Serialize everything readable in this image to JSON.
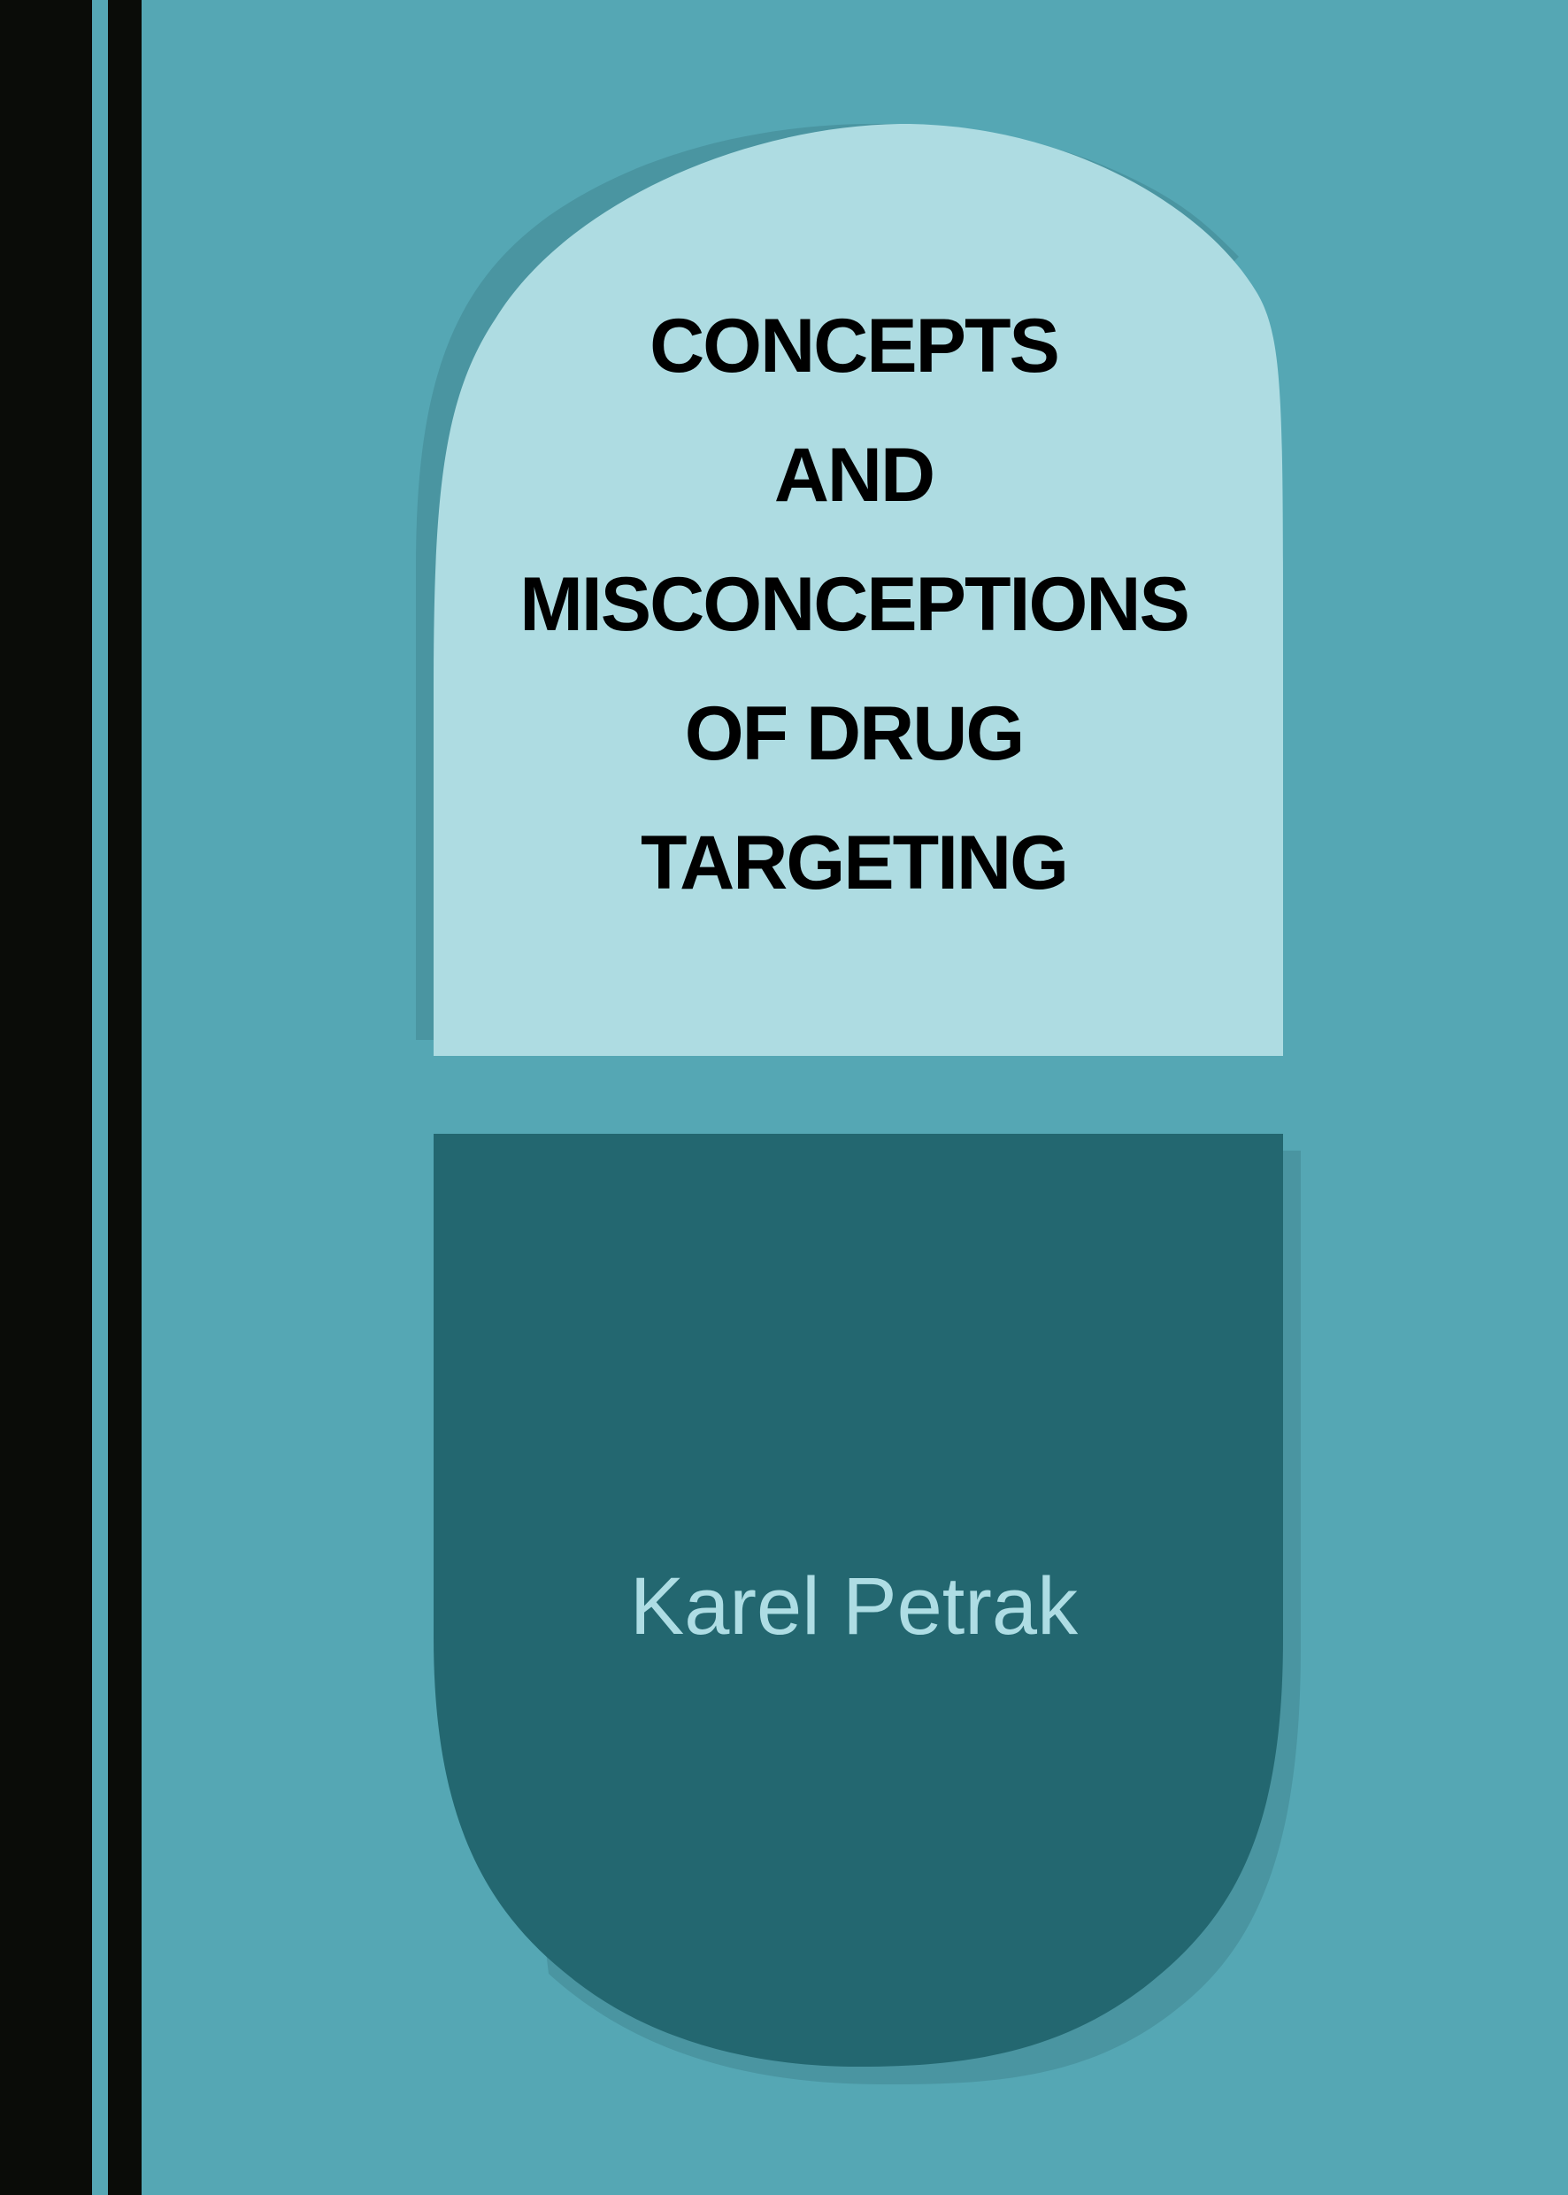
{
  "cover": {
    "background_color": "#55a7b4",
    "spine_color": "#0a0c08",
    "pill_top_color": "#aedce2",
    "pill_bottom_color": "#236770",
    "pill_shadow_color": "#4a95a1",
    "title_lines": [
      "CONCEPTS",
      "AND",
      "MISCONCEPTIONS",
      "OF DRUG",
      "TARGETING"
    ],
    "author": "Karel Petrak"
  }
}
